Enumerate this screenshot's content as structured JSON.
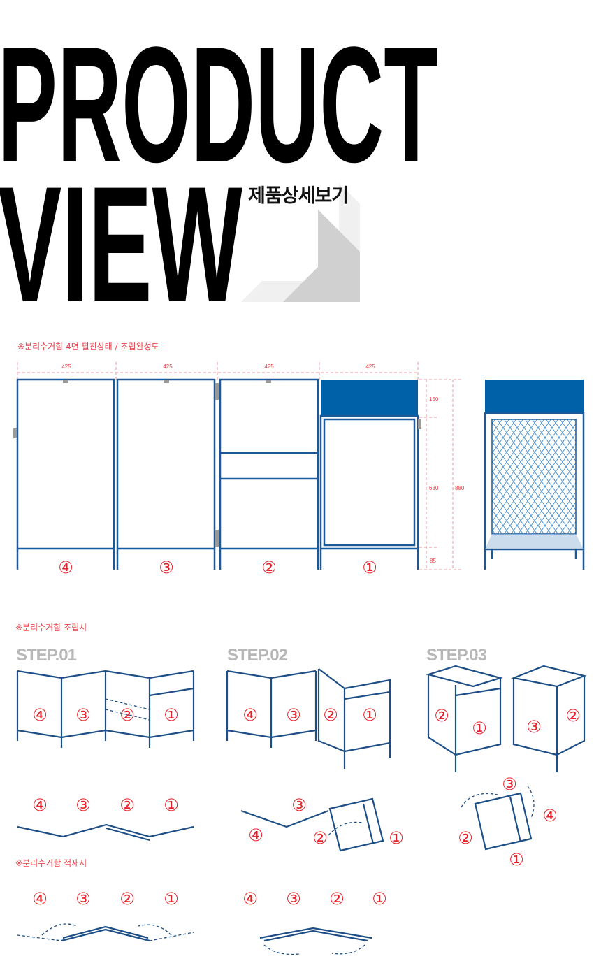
{
  "header": {
    "title_line1": "PRODUCT",
    "title_line2": "VIEW",
    "subtitle": "제품상세보기"
  },
  "spread_view": {
    "note": "※분리수거함 4면 펼친상태 / 조립완성도",
    "widths": [
      "425",
      "425",
      "425",
      "425"
    ],
    "heights": {
      "top": "150",
      "middle": "630",
      "bottom": "85",
      "total": "880"
    },
    "panel_labels": [
      "④",
      "③",
      "②",
      "①"
    ]
  },
  "assembly": {
    "note": "※분리수거함 조립시",
    "steps": [
      {
        "label": "STEP.01",
        "labels": [
          "④",
          "③",
          "②",
          "①"
        ],
        "top_labels": [
          "④",
          "③",
          "②",
          "①"
        ]
      },
      {
        "label": "STEP.02",
        "labels": [
          "④",
          "③",
          "②",
          "①"
        ],
        "top_labels": [
          "③",
          "④",
          "②",
          "①"
        ]
      },
      {
        "label": "STEP.03",
        "labels": [
          "②",
          "①",
          "③",
          "②"
        ],
        "top_labels": [
          "③",
          "④",
          "②",
          "①"
        ]
      }
    ]
  },
  "stacking": {
    "note": "※분리수거함 적재시",
    "left_labels": [
      "④",
      "③",
      "②",
      "①"
    ],
    "right_labels": [
      "④",
      "③",
      "②",
      "①"
    ]
  },
  "colors": {
    "accent_red": "#e8202a",
    "frame_blue": "#1d4f86",
    "panel_blue": "#0060a8"
  }
}
